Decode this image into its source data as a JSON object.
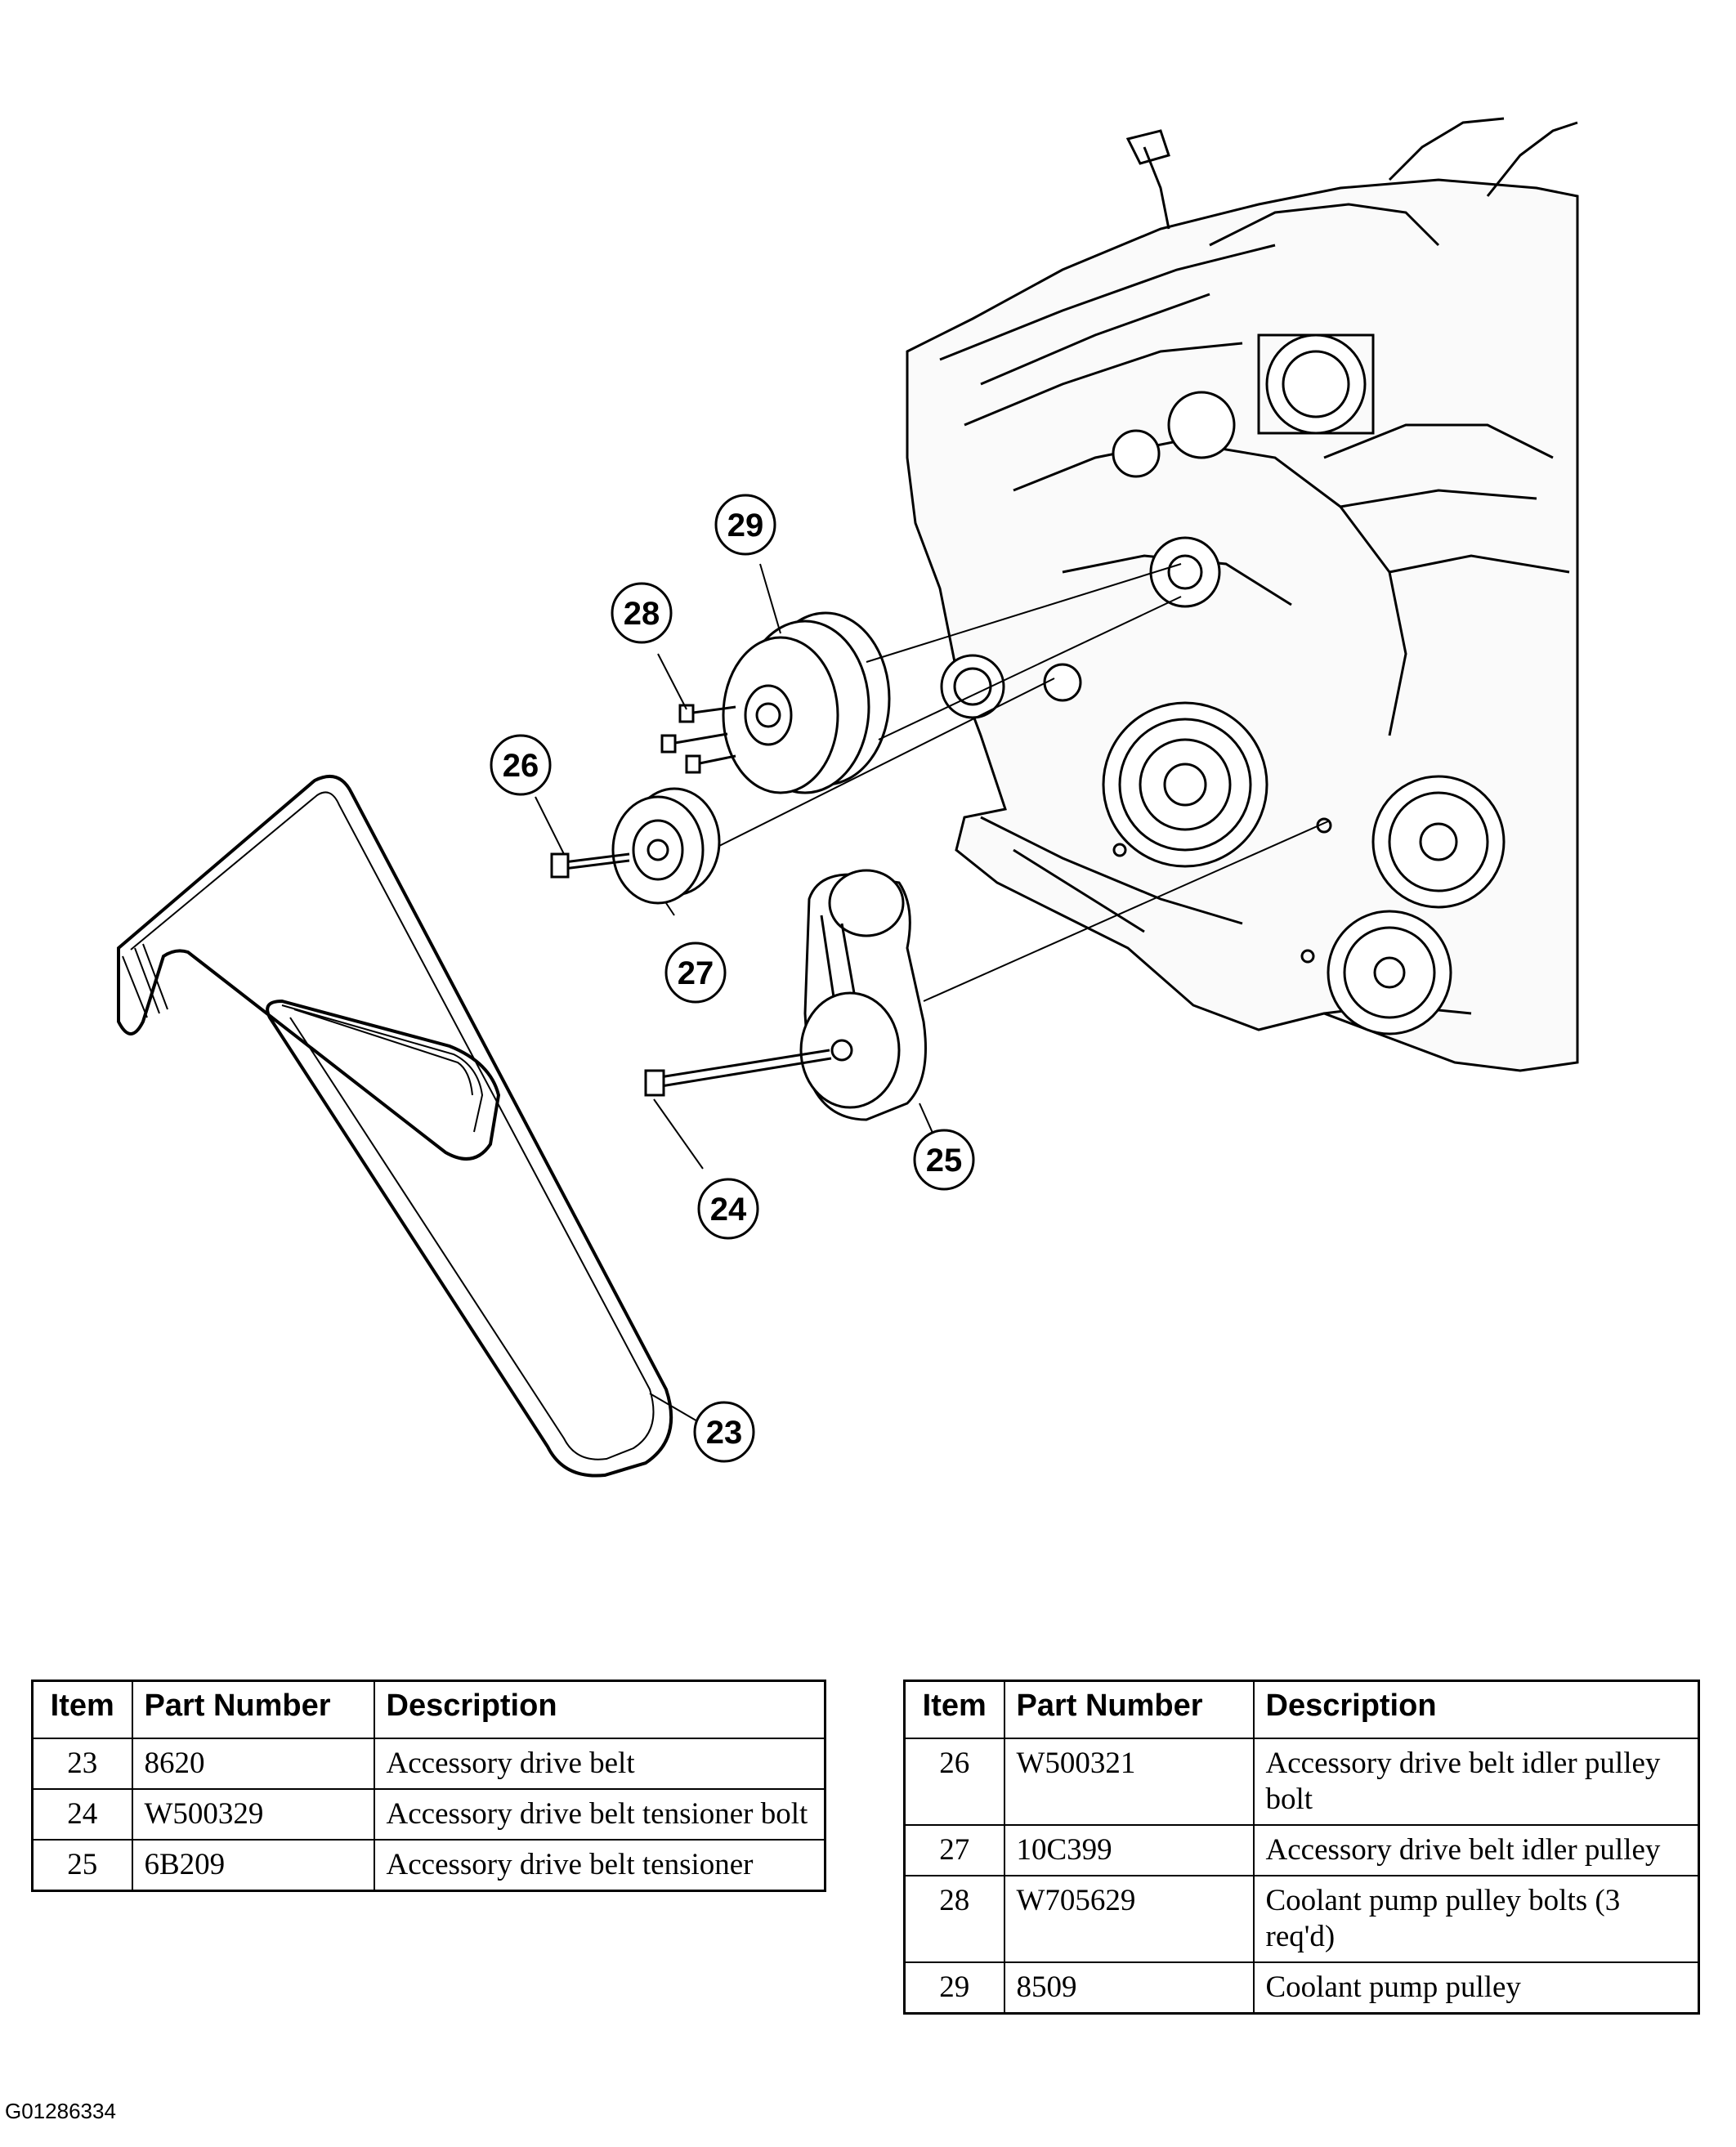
{
  "callouts": [
    "23",
    "24",
    "25",
    "26",
    "27",
    "28",
    "29"
  ],
  "tables": {
    "headers": {
      "item": "Item",
      "part_number": "Part Number",
      "description": "Description"
    },
    "left": [
      {
        "item": "23",
        "part_number": "8620",
        "description": "Accessory drive belt"
      },
      {
        "item": "24",
        "part_number": "W500329",
        "description": "Accessory drive belt tensioner bolt"
      },
      {
        "item": "25",
        "part_number": "6B209",
        "description": "Accessory drive belt tensioner"
      }
    ],
    "right": [
      {
        "item": "26",
        "part_number": "W500321",
        "description": "Accessory drive belt idler pulley bolt"
      },
      {
        "item": "27",
        "part_number": "10C399",
        "description": "Accessory drive belt idler pulley"
      },
      {
        "item": "28",
        "part_number": "W705629",
        "description": "Coolant pump pulley bolts (3 req'd)"
      },
      {
        "item": "29",
        "part_number": "8509",
        "description": "Coolant pump pulley"
      }
    ]
  },
  "figure_code": "G01286334"
}
